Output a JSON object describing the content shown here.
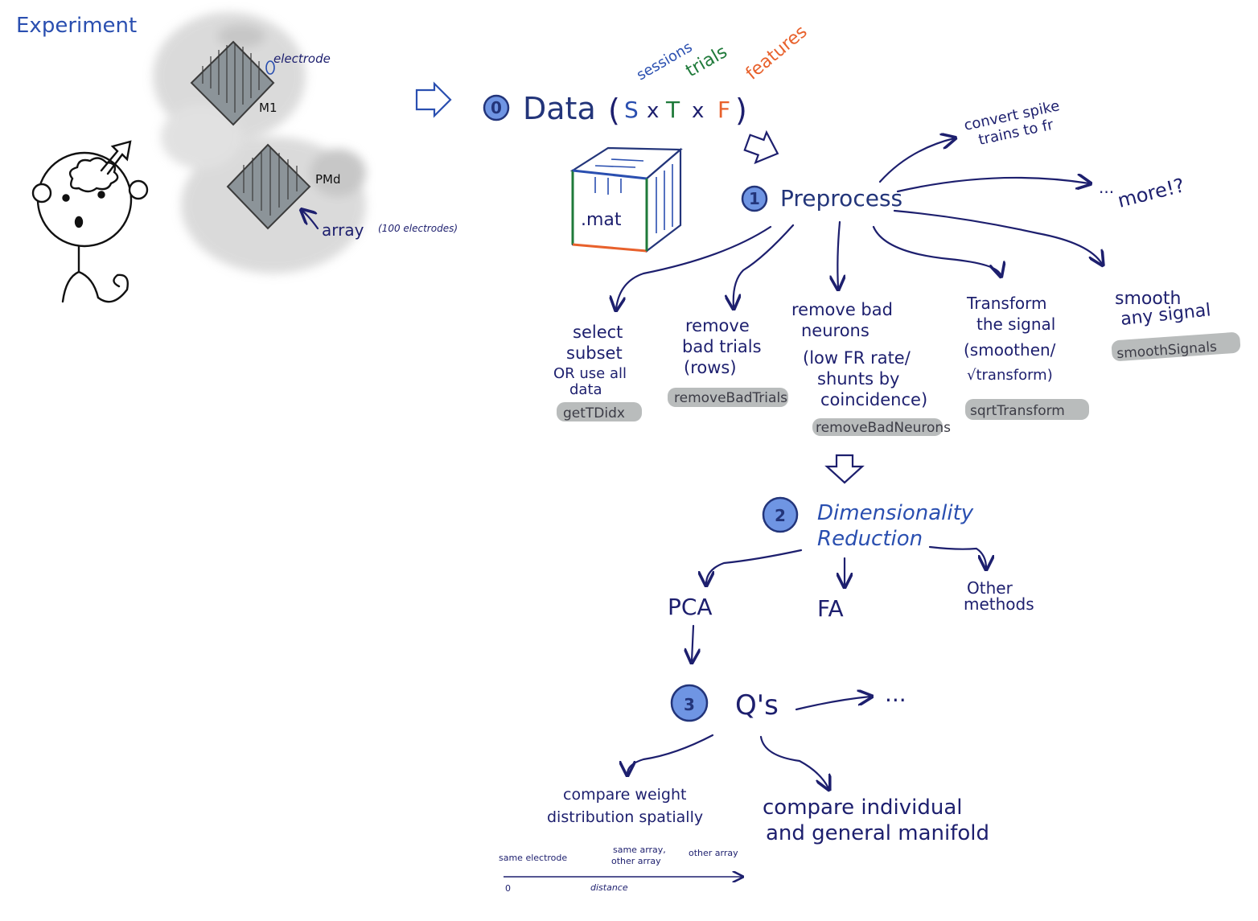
{
  "experiment": {
    "title": "Experiment",
    "electrode_label": "electrode",
    "m1_label": "M1",
    "pmd_label": "PMd",
    "array_label": "array",
    "array_note": "(100 electrodes)"
  },
  "data_step": {
    "number": "0",
    "title": "Data",
    "open_paren": "(",
    "dim_s": "S",
    "times1": "x",
    "dim_t": "T",
    "times2": "x",
    "dim_f": "F",
    "close_paren": ")",
    "sessions_label": "sessions",
    "trials_label": "trials",
    "features_label": "features",
    "file_label": ".mat",
    "colors": {
      "sessions": "#2a4fb0",
      "trials": "#1f7a3a",
      "features": "#e8612c"
    }
  },
  "preprocess": {
    "number": "1",
    "title": "Preprocess",
    "convert_line1": "convert spike",
    "convert_line2": "trains to fr",
    "more_label": "more!?",
    "more_dots": "...",
    "branches": [
      {
        "lines": [
          "select",
          "subset",
          "OR use all",
          "data"
        ],
        "function": "getTDidx"
      },
      {
        "lines": [
          "remove",
          "bad trials",
          "(rows)"
        ],
        "function": "removeBadTrials"
      },
      {
        "lines": [
          "remove bad",
          "neurons",
          "(low FR rate/",
          "shunts by",
          "coincidence)"
        ],
        "function": "removeBadNeurons"
      },
      {
        "lines": [
          "Transform",
          "the signal",
          "(smoothen/",
          "√transform)"
        ],
        "function": "sqrtTransform"
      },
      {
        "lines": [
          "smooth",
          "any signal"
        ],
        "function": "smoothSignals"
      }
    ]
  },
  "dim_reduction": {
    "number": "2",
    "title_line1": "Dimensionality",
    "title_line2": "Reduction",
    "methods": [
      "PCA",
      "FA"
    ],
    "other_line1": "Other",
    "other_line2": "methods"
  },
  "questions": {
    "number": "3",
    "title": "Q's",
    "ellipsis": "...",
    "q1_line1": "compare weight",
    "q1_line2": "distribution spatially",
    "q2_line1": "compare individual",
    "q2_line2": "and general manifold",
    "axis": {
      "same_electrode": "same electrode",
      "same_array_1": "same array,",
      "same_array_2": "other array",
      "other_array": "other array",
      "zero": "0",
      "label": "distance"
    }
  }
}
